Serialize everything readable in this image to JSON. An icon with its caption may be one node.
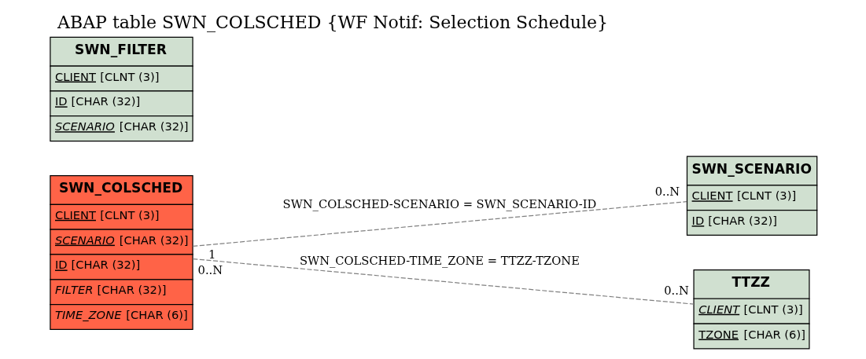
{
  "diagram": {
    "title": "ABAP table SWN_COLSCHED {WF Notif: Selection Schedule}",
    "nodes": [
      {
        "text": [
          "SWN_FILTER",
          "CLIENT [CLNT (3)]",
          "ID [CHAR (32)]",
          "SCENARIO [CHAR (32)]"
        ]
      },
      {
        "text": [
          "SWN_COLSCHED",
          "CLIENT [CLNT (3)]",
          "SCENARIO [CHAR (32)]",
          "ID [CHAR (32)]",
          "FILTER [CHAR (32)]",
          "TIME_ZONE [CHAR (6)]"
        ]
      },
      {
        "text": [
          "SWN_SCENARIO",
          "CLIENT [CLNT (3)]",
          "ID [CHAR (32)]"
        ]
      },
      {
        "text": [
          "TTZZ",
          "CLIENT [CLNT (3)]",
          "TZONE [CHAR (6)]"
        ]
      }
    ],
    "edges": [
      {
        "from": 1,
        "to": 2,
        "arrow": "none",
        "label": "SWN_COLSCHED-SCENARIO = SWN_SCENARIO-ID",
        "style": "dashed"
      },
      {
        "from": 1,
        "to": 3,
        "arrow": "none",
        "label": "SWN_COLSCHED-TIME_ZONE = TTZZ-TZONE",
        "style": "dashed"
      }
    ],
    "labels": [
      "1",
      "0..N",
      "0..N",
      "0..N"
    ]
  }
}
